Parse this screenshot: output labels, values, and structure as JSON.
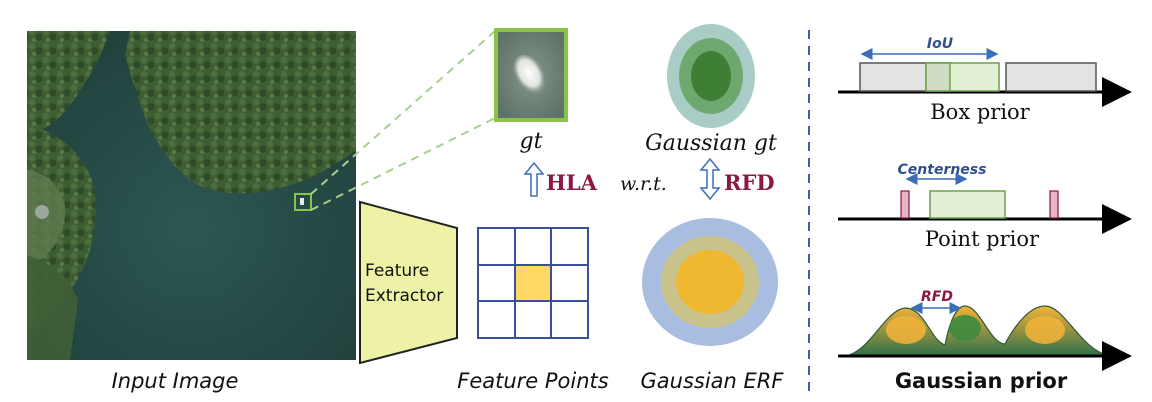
{
  "captions": {
    "input_image": "Input Image",
    "feature_points": "Feature Points",
    "gaussian_erf": "Gaussian ERF",
    "gt": "gt",
    "gaussian_gt": "Gaussian gt"
  },
  "labels": {
    "hla": "HLA",
    "wrt": "w.r.t.",
    "rfd": "RFD",
    "feature_extractor_line1": "Feature",
    "feature_extractor_line2": "Extractor"
  },
  "priors": {
    "box": {
      "label": "Box prior",
      "metric": "IoU"
    },
    "point": {
      "label": "Point prior",
      "metric": "Centerness"
    },
    "gaussian": {
      "label": "Gaussian prior",
      "metric": "RFD"
    }
  },
  "colors": {
    "water": "#2a4f4a",
    "forest": "#3a5a34",
    "highlight_green": "#8bc34a",
    "grid_blue": "#3a4f9a",
    "center_cell": "#ffd866",
    "extractor_fill": "#eef2a6",
    "erf_outer": "#a9bde0",
    "erf_mid": "#c9c28a",
    "erf_core": "#f0b731",
    "gt_outer": "#a9cdc6",
    "gt_mid": "#6fa86e",
    "gt_core": "#3f7f35",
    "accent_red": "#8a1744",
    "divider_blue": "#3a5fb0"
  }
}
